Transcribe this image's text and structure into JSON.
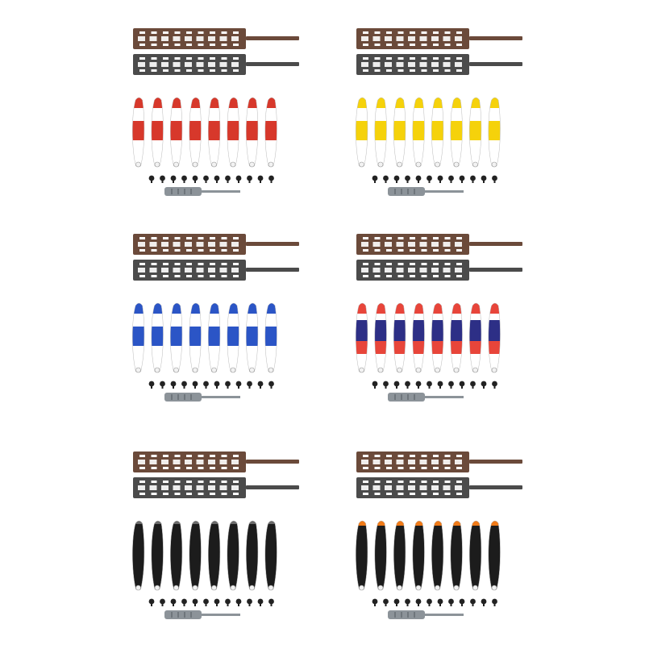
{
  "image": {
    "background": "#ffffff",
    "kits": [
      {
        "name": "red-white-propellers",
        "blade_colors": [
          "#d7382b",
          "#ffffff"
        ]
      },
      {
        "name": "yellow-white-propellers",
        "blade_colors": [
          "#f5d20b",
          "#ffffff"
        ]
      },
      {
        "name": "blue-white-propellers",
        "blade_colors": [
          "#2b55c6",
          "#ffffff"
        ]
      },
      {
        "name": "red-blue-white-propellers",
        "blade_colors": [
          "#e8453a",
          "#2d2f86",
          "#ffffff"
        ]
      },
      {
        "name": "black-propellers",
        "blade_colors": [
          "#1c1c1c"
        ]
      },
      {
        "name": "black-orange-tip-propellers",
        "blade_colors": [
          "#1c1c1c",
          "#f07a17"
        ]
      }
    ],
    "strap_colors": {
      "brown": "#6b4a3a",
      "gray": "#4b4b4b"
    },
    "screwdriver_color": "#8c9399",
    "screw_color": "#222222",
    "counts": {
      "blades_per_kit": 8,
      "screws_per_kit": 12
    }
  }
}
